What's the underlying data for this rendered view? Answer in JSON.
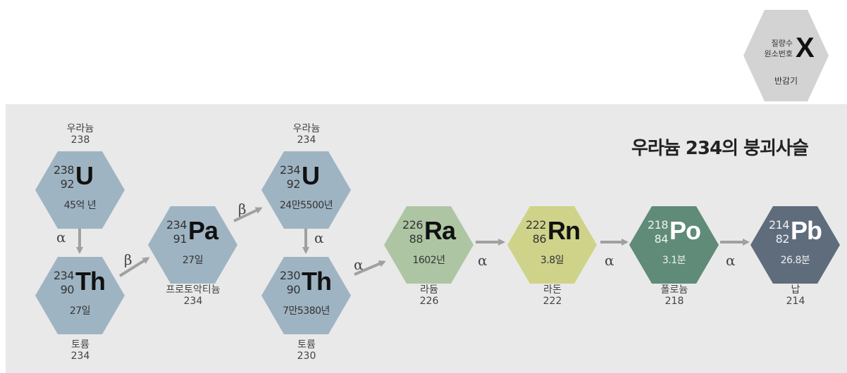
{
  "legend": {
    "mass_label": "질량수",
    "number_label": "원소번호",
    "symbol": "X",
    "halflife_label": "반감기"
  },
  "title": "우라늄 234의 붕괴사슬",
  "decay_symbols": {
    "alpha": "α",
    "beta": "β"
  },
  "nuclides": [
    {
      "id": "u238",
      "symbol": "U",
      "mass": "238",
      "number": "92",
      "halflife": "45억 년",
      "name": "우라늄",
      "name_mass": "238",
      "color": "#9fb4c3"
    },
    {
      "id": "th234",
      "symbol": "Th",
      "mass": "234",
      "number": "90",
      "halflife": "27일",
      "name": "토륨",
      "name_mass": "234",
      "color": "#9fb4c3"
    },
    {
      "id": "pa234",
      "symbol": "Pa",
      "mass": "234",
      "number": "91",
      "halflife": "27일",
      "name": "프로토악티늄",
      "name_mass": "234",
      "color": "#9fb4c3"
    },
    {
      "id": "u234",
      "symbol": "U",
      "mass": "234",
      "number": "92",
      "halflife": "24만5500년",
      "name": "우라늄",
      "name_mass": "234",
      "color": "#9fb4c3"
    },
    {
      "id": "th230",
      "symbol": "Th",
      "mass": "230",
      "number": "90",
      "halflife": "7만5380년",
      "name": "토륨",
      "name_mass": "230",
      "color": "#9fb4c3"
    },
    {
      "id": "ra226",
      "symbol": "Ra",
      "mass": "226",
      "number": "88",
      "halflife": "1602년",
      "name": "라듐",
      "name_mass": "226",
      "color": "#aec5a3"
    },
    {
      "id": "rn222",
      "symbol": "Rn",
      "mass": "222",
      "number": "86",
      "halflife": "3.8일",
      "name": "라돈",
      "name_mass": "222",
      "color": "#cfd38a"
    },
    {
      "id": "po218",
      "symbol": "Po",
      "mass": "218",
      "number": "84",
      "halflife": "3.1분",
      "name": "폴로늄",
      "name_mass": "218",
      "color": "#5f8b78"
    },
    {
      "id": "pb214",
      "symbol": "Pb",
      "mass": "214",
      "number": "82",
      "halflife": "26.8분",
      "name": "납",
      "name_mass": "214",
      "color": "#5f6c7c"
    }
  ],
  "colors": {
    "panel": "#e9e9e9",
    "arrow": "#a0a0a0",
    "legend_hex": "#d3d3d3"
  }
}
